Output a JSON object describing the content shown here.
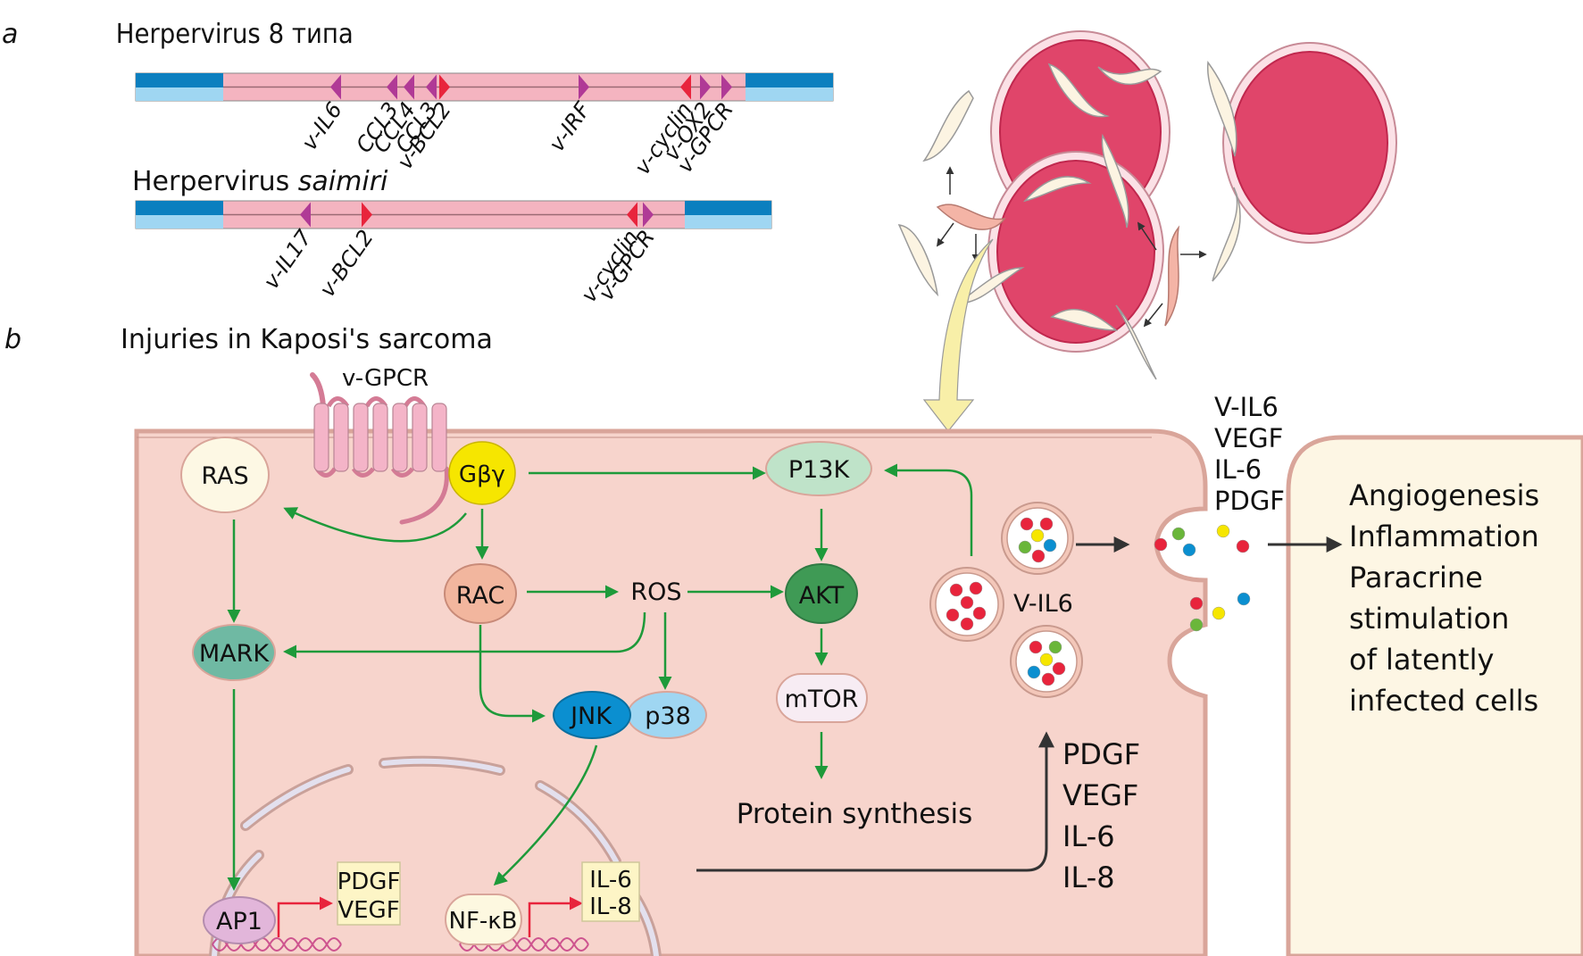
{
  "panel_a": {
    "label": "a",
    "title": "Herpervirus 8 типа",
    "genome1": {
      "genes": [
        {
          "name": "v-IL6",
          "dir": "left",
          "color": "purple"
        },
        {
          "name": "CCL3",
          "dir": "left",
          "color": "purple"
        },
        {
          "name": "CCL4",
          "dir": "left",
          "color": "purple"
        },
        {
          "name": "CCL3",
          "dir": "left",
          "color": "purple"
        },
        {
          "name": "v-BCL2",
          "dir": "right",
          "color": "red"
        },
        {
          "name": "v-IRF",
          "dir": "right",
          "color": "purple"
        },
        {
          "name": "v-cyclin",
          "dir": "left",
          "color": "red"
        },
        {
          "name": "v-OX2",
          "dir": "right",
          "color": "purple"
        },
        {
          "name": "v-GPCR",
          "dir": "right",
          "color": "purple"
        }
      ]
    },
    "subtitle_prefix": "Herpervirus ",
    "subtitle_italic": "saimiri",
    "genome2": {
      "genes": [
        {
          "name": "v-IL17",
          "dir": "left",
          "color": "purple"
        },
        {
          "name": "v-BCL2",
          "dir": "right",
          "color": "red"
        },
        {
          "name": "v-cyclin",
          "dir": "left",
          "color": "red"
        },
        {
          "name": "v-GPCR",
          "dir": "right",
          "color": "purple"
        }
      ]
    }
  },
  "panel_b": {
    "label": "b",
    "title": "Injuries in Kaposi's sarcoma",
    "receptor": "v-GPCR",
    "nodes": {
      "ras": "RAS",
      "gby": "Gβγ",
      "p13k": "P13K",
      "rac": "RAC",
      "ros": "ROS",
      "akt": "AKT",
      "mark": "MARK",
      "jnk": "JNK",
      "p38": "p38",
      "mtor": "mTOR",
      "protein_synthesis": "Protein synthesis",
      "ap1": "AP1",
      "nfkb": "NF-κB"
    },
    "gene_box_1": [
      "PDGF",
      "VEGF"
    ],
    "gene_box_2": [
      "IL-6",
      "IL-8"
    ],
    "vesicle_label": "V-IL6",
    "secreted_internal": [
      "PDGF",
      "VEGF",
      "IL-6",
      "IL-8"
    ],
    "secreted_external": [
      "V-IL6",
      "VEGF",
      "IL-6",
      "PDGF"
    ],
    "effects": [
      "Angiogenesis",
      "Inflammation",
      "Paracrine",
      "stimulation",
      "of latently",
      "infected cells"
    ]
  },
  "colors": {
    "cell_fill": "#f7d4cc",
    "membrane": "#d9a59a",
    "neighbor_fill": "#fdf6e4",
    "arrow_green": "#1e9a3a",
    "arrow_red": "#e8243c",
    "bar_blue_dark": "#0b7fbf",
    "bar_blue_light": "#9fd6f2",
    "bar_pink": "#f4b4c0",
    "marker_purple": "#b03a96",
    "marker_red": "#e8243c",
    "vessel_red": "#e8506a",
    "gby_yellow": "#f6e600"
  }
}
